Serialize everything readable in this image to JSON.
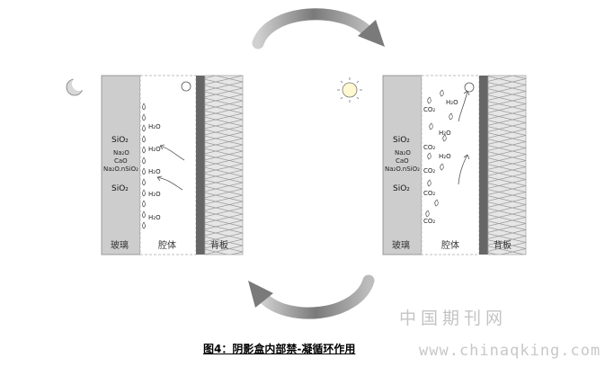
{
  "figure": {
    "caption": "图4：阴影盒内部禁-凝循环作用",
    "watermark_cn": "中国期刊网",
    "watermark_url": "www.chinaqking.com"
  },
  "left_panel": {
    "time_icon": "moon-icon",
    "glass_label": "玻璃",
    "cavity_label": "腔体",
    "backplate_label": "背板",
    "composition": [
      "SiO₂",
      "Na₂O",
      "CaO",
      "Na₂O.nSiO₂",
      "SiO₂"
    ],
    "molecules": [
      "H₂O",
      "H₂O",
      "H₂O",
      "H₂O",
      "H₂O"
    ]
  },
  "right_panel": {
    "time_icon": "sun-icon",
    "glass_label": "玻璃",
    "cavity_label": "腔体",
    "backplate_label": "背板",
    "composition": [
      "SiO₂",
      "Na₂O",
      "CaO",
      "Na₂O.nSiO₂",
      "SiO₂"
    ],
    "molecules": [
      "H₂O",
      "CO₂",
      "H₂O",
      "CO₂",
      "H₂O",
      "CO₂",
      "CO₂",
      "CO₂"
    ]
  },
  "colors": {
    "glass": "#cdcdcd",
    "backplate": "#666666",
    "insulation": "#e6e6e6",
    "arrow": "#8f8f8f",
    "sun": "#fff8d0"
  }
}
